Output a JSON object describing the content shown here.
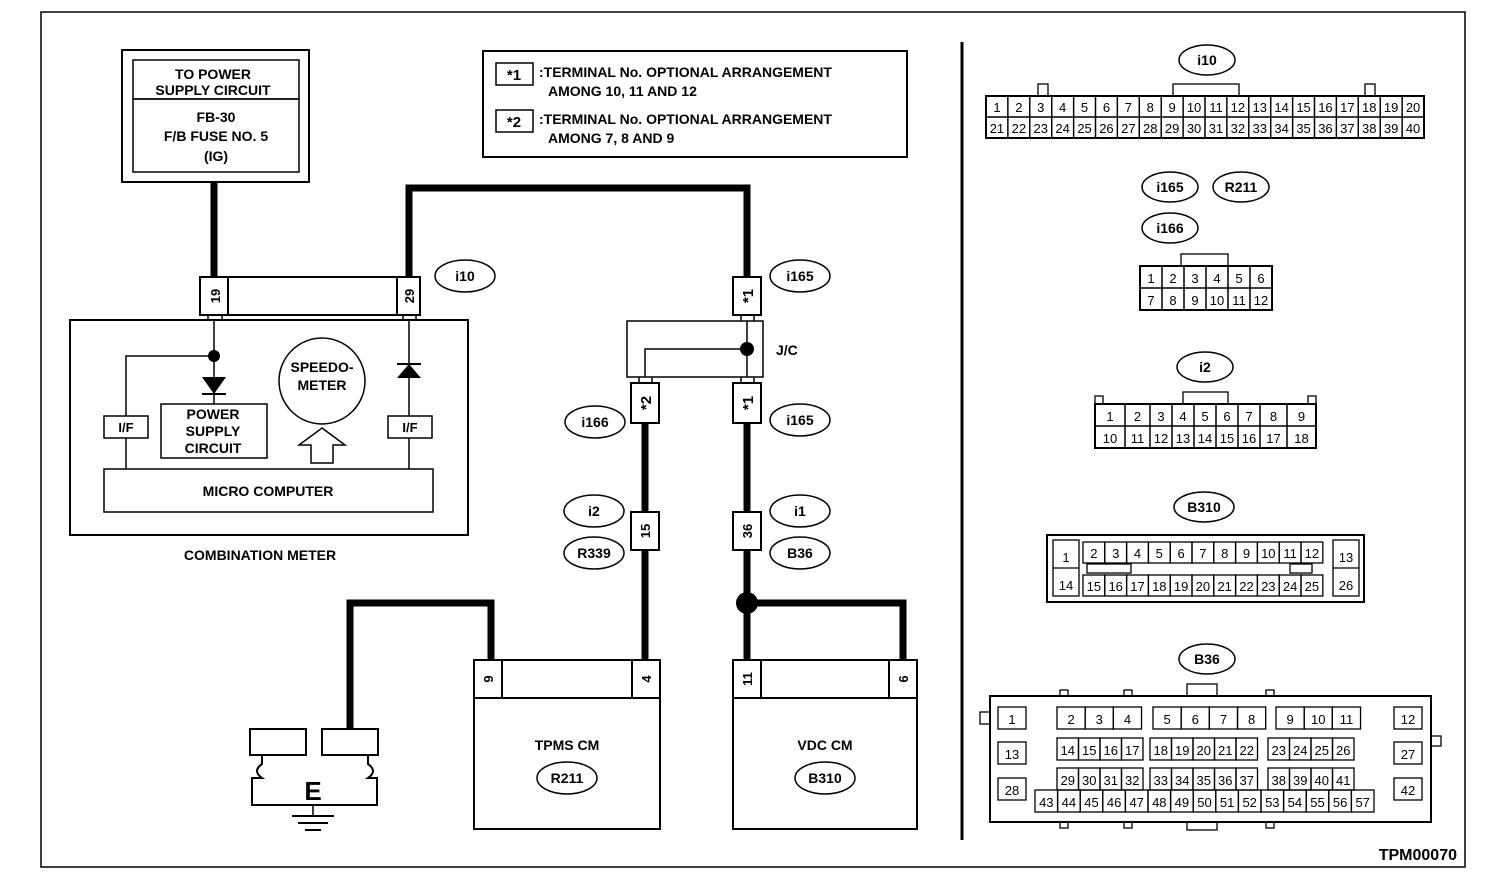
{
  "figure_id": "TPM00070",
  "power_box": {
    "header_l1": "TO POWER",
    "header_l2": "SUPPLY CIRCUIT",
    "fuse_l1": "FB-30",
    "fuse_l2": "F/B FUSE NO. 5",
    "fuse_l3": "(IG)"
  },
  "legend": {
    "item1_mark": "*1",
    "item1_l1": ":TERMINAL No. OPTIONAL ARRANGEMENT",
    "item1_l2": "AMONG 10, 11 AND 12",
    "item2_mark": "*2",
    "item2_l1": ":TERMINAL No. OPTIONAL ARRANGEMENT",
    "item2_l2": "AMONG 7, 8 AND 9"
  },
  "meter": {
    "title": "COMBINATION METER",
    "connector": "i10",
    "pin_left": "19",
    "pin_right": "29",
    "speedo_l1": "SPEEDO-",
    "speedo_l2": "METER",
    "psc_l1": "POWER",
    "psc_l2": "SUPPLY",
    "psc_l3": "CIRCUIT",
    "if_label": "I/F",
    "micro": "MICRO COMPUTER"
  },
  "jc": {
    "label": "J/C",
    "top_conn": "i165",
    "top_pin": "*1",
    "left_conn": "i166",
    "left_pin": "*2",
    "right_conn": "i165",
    "right_pin": "*1"
  },
  "wire_conns": {
    "a_top": "i2",
    "a_bot": "R339",
    "a_pin": "15",
    "b_top": "i1",
    "b_bot": "B36",
    "b_pin": "36"
  },
  "tpms": {
    "title": "TPMS CM",
    "code": "R211",
    "pin_left": "9",
    "pin_right": "4"
  },
  "vdc": {
    "title": "VDC CM",
    "code": "B310",
    "pin_left": "11",
    "pin_right": "6"
  },
  "ground": "E",
  "connector_views": {
    "i10": {
      "label": "i10",
      "row1": [
        "1",
        "2",
        "3",
        "4",
        "5",
        "6",
        "7",
        "8",
        "9",
        "10",
        "11",
        "12",
        "13",
        "14",
        "15",
        "16",
        "17",
        "18",
        "19",
        "20"
      ],
      "row2": [
        "21",
        "22",
        "23",
        "24",
        "25",
        "26",
        "27",
        "28",
        "29",
        "30",
        "31",
        "32",
        "33",
        "34",
        "35",
        "36",
        "37",
        "38",
        "39",
        "40"
      ]
    },
    "i165": {
      "labels": [
        "i165",
        "R211",
        "i166"
      ],
      "row1": [
        "1",
        "2",
        "3",
        "4",
        "5",
        "6"
      ],
      "row2": [
        "7",
        "8",
        "9",
        "10",
        "11",
        "12"
      ]
    },
    "i2": {
      "label": "i2",
      "row1": [
        "1",
        "2",
        "3",
        "4",
        "5",
        "6",
        "7",
        "8",
        "9"
      ],
      "row2": [
        "10",
        "11",
        "12",
        "13",
        "14",
        "15",
        "16",
        "17",
        "18"
      ]
    },
    "B310": {
      "label": "B310",
      "left_top": "1",
      "left_bottom": "14",
      "right_top": "13",
      "right_bottom": "26",
      "row1": [
        "2",
        "3",
        "4",
        "5",
        "6",
        "7",
        "8",
        "9",
        "10",
        "11",
        "12"
      ],
      "row2": [
        "15",
        "16",
        "17",
        "18",
        "19",
        "20",
        "21",
        "22",
        "23",
        "24",
        "25"
      ]
    },
    "B36": {
      "label": "B36",
      "pins": [
        "1",
        "2",
        "3",
        "4",
        "5",
        "6",
        "7",
        "8",
        "9",
        "10",
        "11",
        "12",
        "13",
        "14",
        "15",
        "16",
        "17",
        "18",
        "19",
        "20",
        "21",
        "22",
        "23",
        "24",
        "25",
        "26",
        "27",
        "28",
        "29",
        "30",
        "31",
        "32",
        "33",
        "34",
        "35",
        "36",
        "37",
        "38",
        "39",
        "40",
        "41",
        "42",
        "43",
        "44",
        "45",
        "46",
        "47",
        "48",
        "49",
        "50",
        "51",
        "52",
        "53",
        "54",
        "55",
        "56",
        "57"
      ]
    }
  }
}
